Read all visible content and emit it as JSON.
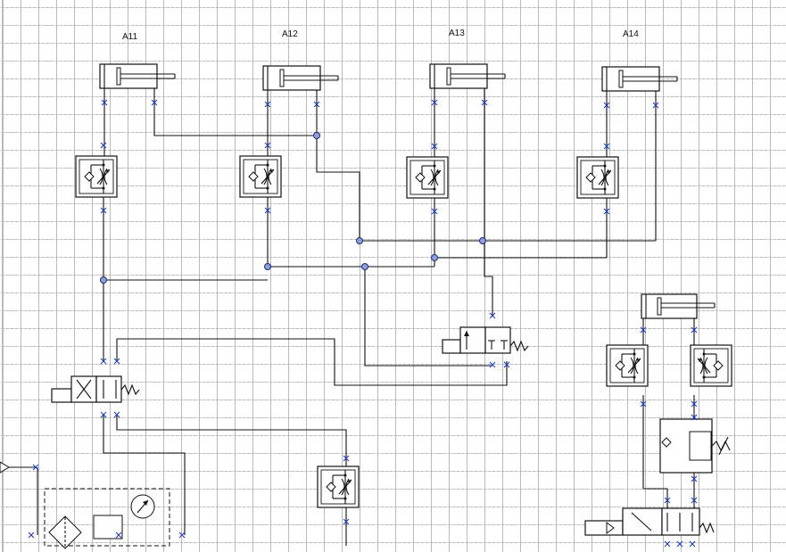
{
  "diagram": {
    "cylinder_labels": [
      "A11",
      "A12",
      "A13",
      "A14"
    ]
  }
}
